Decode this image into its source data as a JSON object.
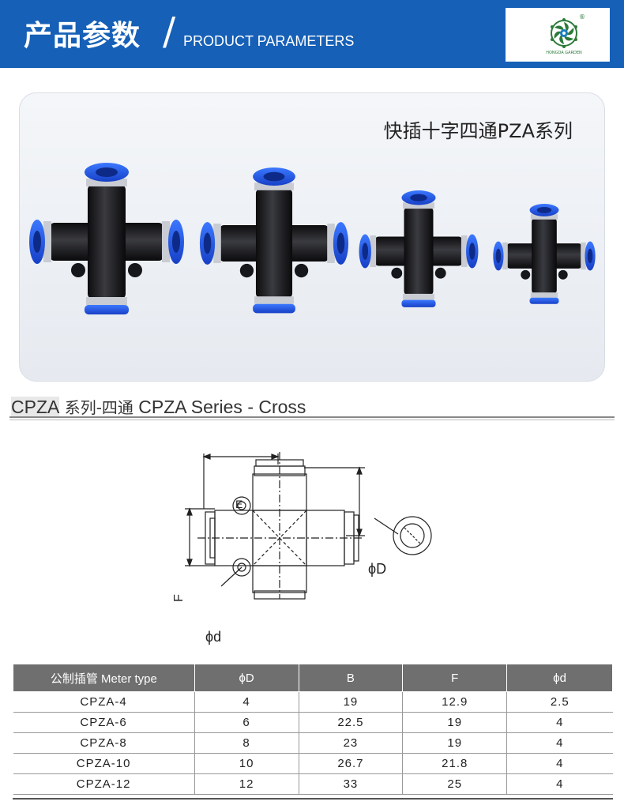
{
  "header": {
    "title_cn": "产品参数",
    "slash": "/",
    "title_en": "PRODUCT PARAMETERS",
    "logo_text": "HONGDA GARDEN",
    "logo_mark": "®",
    "bg_color": "#1660b7"
  },
  "photo": {
    "caption": "快插十字四通PZA系列"
  },
  "series": {
    "code": "CPZA",
    "name_cn": " 系列-四通 ",
    "name_en": " CPZA Series - Cross"
  },
  "drawing": {
    "label_E": "E",
    "label_phiD": "ϕD",
    "label_F": "F",
    "label_phid": "ϕd"
  },
  "table": {
    "headers": [
      "公制插管 Meter type",
      "ϕD",
      "B",
      "F",
      "ϕd"
    ],
    "rows": [
      [
        "CPZA-4",
        "4",
        "19",
        "12.9",
        "2.5"
      ],
      [
        "CPZA-6",
        "6",
        "22.5",
        "19",
        "4"
      ],
      [
        "CPZA-8",
        "8",
        "23",
        "19",
        "4"
      ],
      [
        "CPZA-10",
        "10",
        "26.7",
        "21.8",
        "4"
      ],
      [
        "CPZA-12",
        "12",
        "33",
        "25",
        "4"
      ]
    ]
  }
}
